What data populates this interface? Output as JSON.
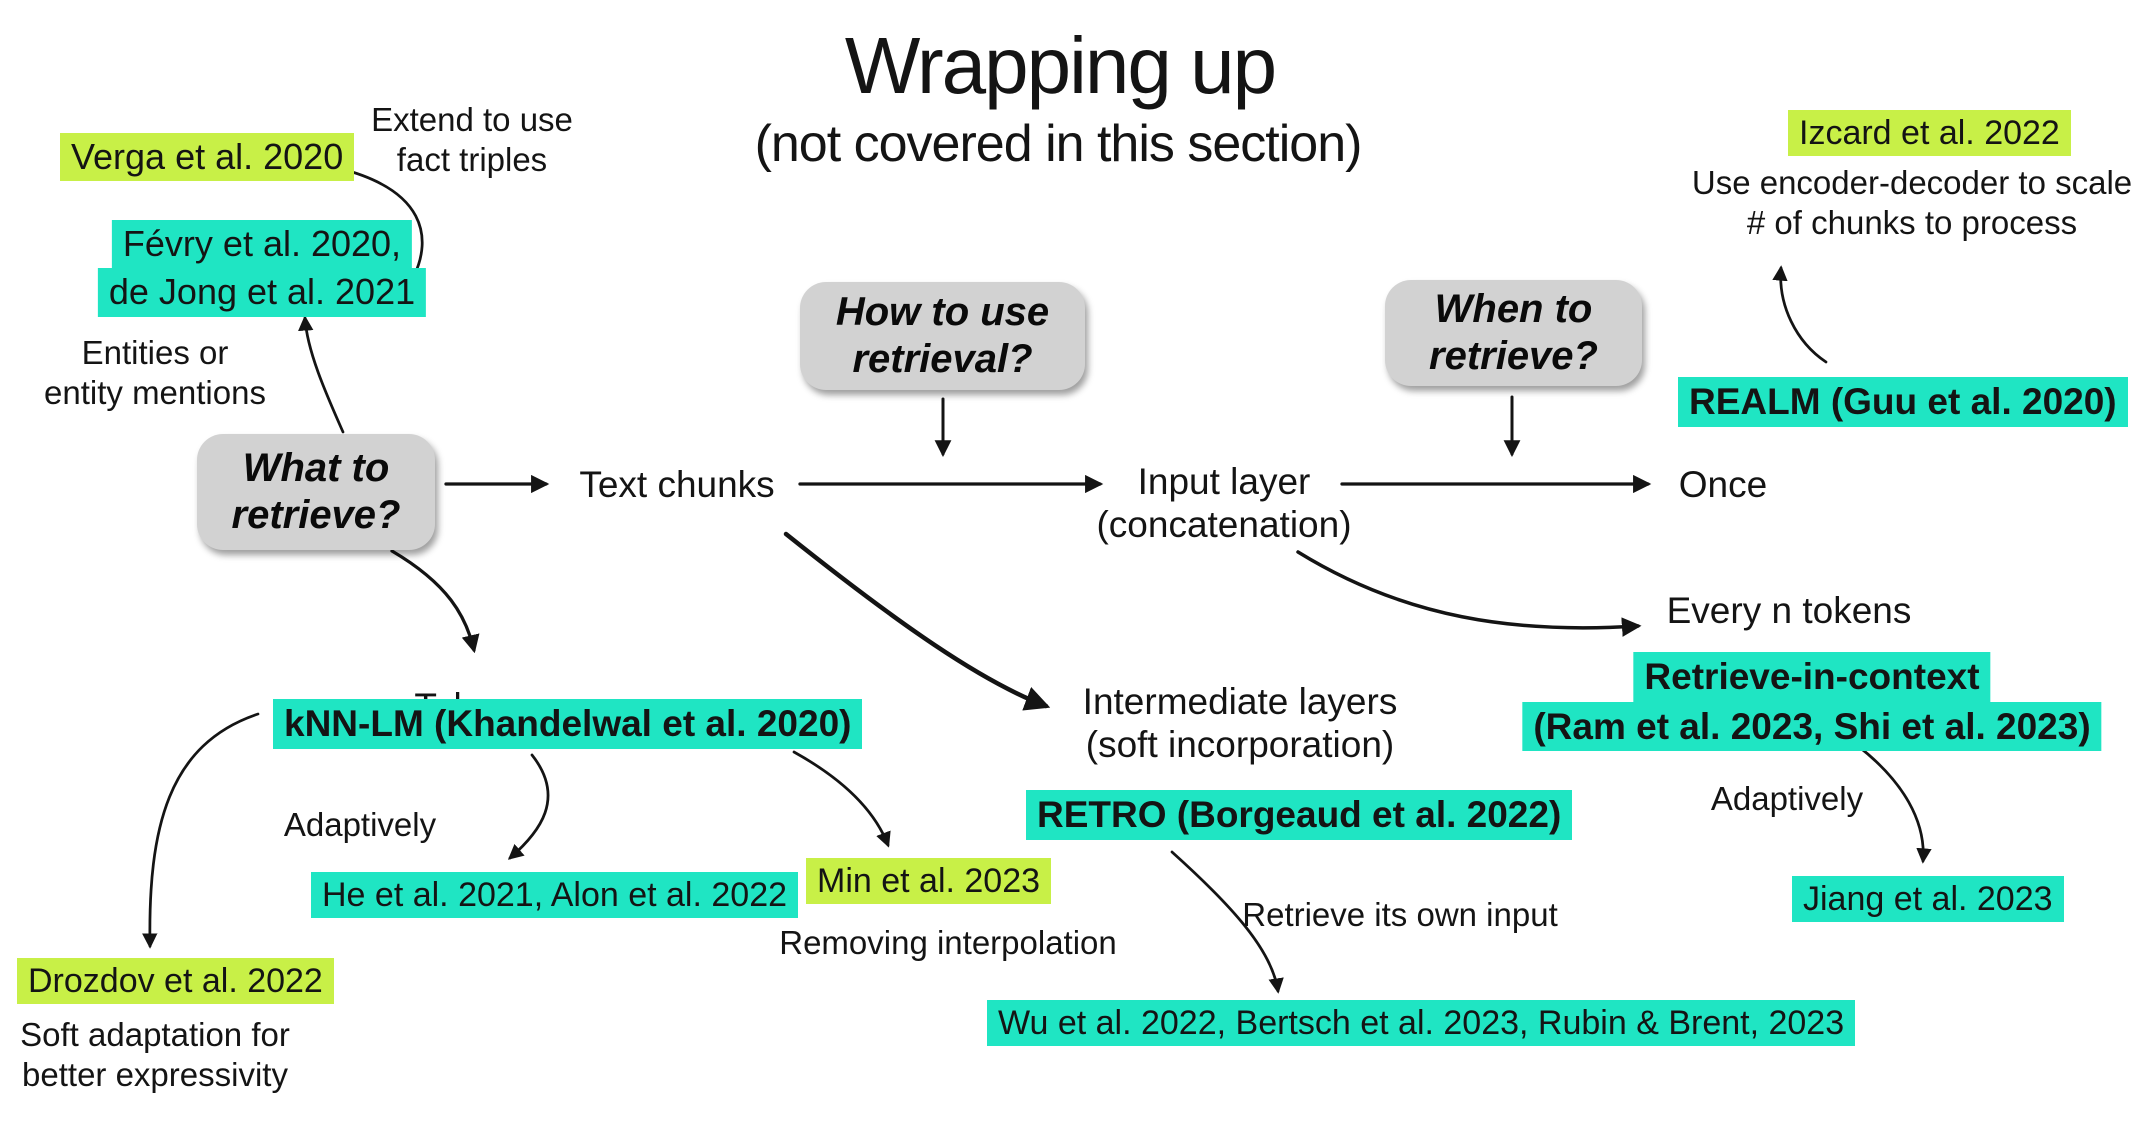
{
  "slide": {
    "title": "Wrapping up",
    "subtitle": "(not covered in this section)"
  },
  "colors": {
    "highlight_teal": "#1fe5c3",
    "highlight_green": "#c8f047",
    "question_box_gray": "#d2d2d2",
    "text": "#141414"
  },
  "question_boxes": {
    "what": {
      "line1": "What to",
      "line2": "retrieve?"
    },
    "how": {
      "line1": "How to use",
      "line2": "retrieval?"
    },
    "when": {
      "line1": "When to",
      "line2": "retrieve?"
    }
  },
  "flow": {
    "text_chunks": "Text chunks",
    "input_layer_line1": "Input layer",
    "input_layer_line2": "(concatenation)",
    "once": "Once",
    "every_n_tokens": "Every n tokens",
    "tokens": "Tokens",
    "intermediate_line1": "Intermediate layers",
    "intermediate_line2": "(soft incorporation)"
  },
  "citations": {
    "verga": "Verga et al. 2020",
    "fevry_line1": "Févry et al. 2020,",
    "fevry_line2": "de Jong et al. 2021",
    "izcard": "Izcard et al. 2022",
    "realm": "REALM (Guu et al. 2020)",
    "knn_lm": "kNN-LM (Khandelwal et al. 2020)",
    "ric_line1": "Retrieve-in-context",
    "ric_line2": "(Ram et al. 2023, Shi et al. 2023)",
    "jiang": "Jiang et al. 2023",
    "he_alon": "He et al. 2021, Alon et al. 2022",
    "min": "Min et al. 2023",
    "drozdov": "Drozdov et al. 2022",
    "retro": "RETRO (Borgeaud et al. 2022)",
    "wu_bertsch_rubin": "Wu et al. 2022, Bertsch et al. 2023, Rubin & Brent, 2023"
  },
  "annotations": {
    "extend_line1": "Extend to use",
    "extend_line2": "fact triples",
    "entities_line1": "Entities or",
    "entities_line2": "entity mentions",
    "encoder_line1": "Use encoder-decoder to scale",
    "encoder_line2": "# of chunks to process",
    "adaptively_left": "Adaptively",
    "adaptively_right": "Adaptively",
    "removing_interpolation": "Removing interpolation",
    "retrieve_own_input": "Retrieve its own input",
    "soft_line1": "Soft adaptation for",
    "soft_line2": "better expressivity"
  }
}
